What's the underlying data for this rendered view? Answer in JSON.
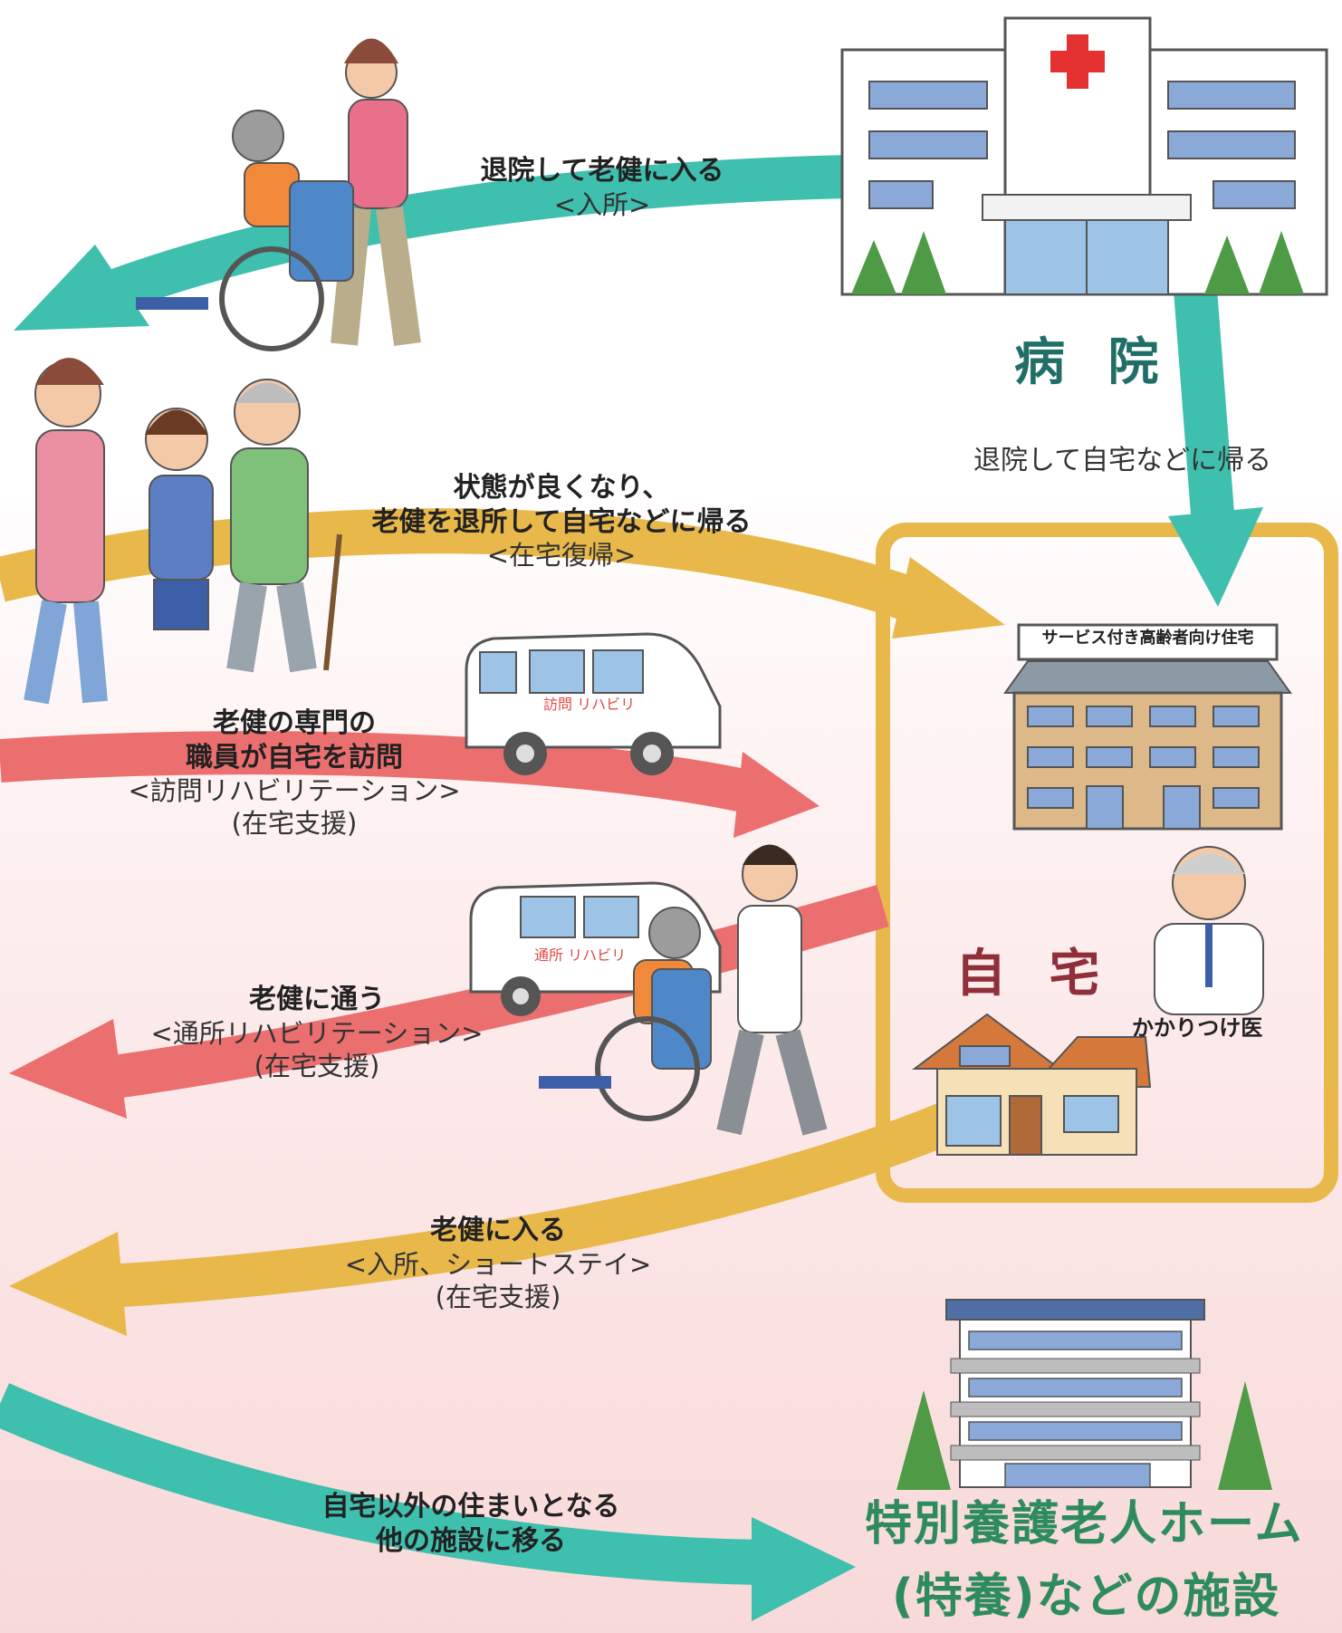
{
  "places": {
    "hospital": "病 院",
    "home": "自 宅",
    "facility_line1": "特別養護老人ホーム",
    "facility_line2": "(特養)などの施設"
  },
  "signs": {
    "housing": "サービス付き高齢者向け住宅",
    "van_visit": "訪問 リハビリ",
    "van_day": "通所 リハビリ",
    "doctor": "かかりつけ医"
  },
  "flows": {
    "admit_from_hospital": {
      "title": "退院して老健に入る",
      "sub": "<入所>"
    },
    "hospital_to_home": {
      "title": "退院して自宅などに帰る"
    },
    "return_home": {
      "line1": "状態が良くなり、",
      "line2": "老健を退所して自宅などに帰る",
      "sub": "<在宅復帰>"
    },
    "home_visit": {
      "line1": "老健の専門の",
      "line2": "職員が自宅を訪問",
      "sub": "<訪問リハビリテーション>",
      "sub2": "(在宅支援)"
    },
    "day_care": {
      "title": "老健に通う",
      "sub": "<通所リハビリテーション>",
      "sub2": "(在宅支援)"
    },
    "short_stay": {
      "title": "老健に入る",
      "sub": "<入所、ショートステイ>",
      "sub2": "(在宅支援)"
    },
    "transfer": {
      "line1": "自宅以外の住まいとなる",
      "line2": "他の施設に移る"
    }
  },
  "colors": {
    "teal": "#3fbfae",
    "gold": "#e8b84a",
    "red": "#ec6f6f",
    "hospital_text": "#1f6f66",
    "home_text": "#8e2f3a",
    "facility_text": "#2e8b60"
  }
}
